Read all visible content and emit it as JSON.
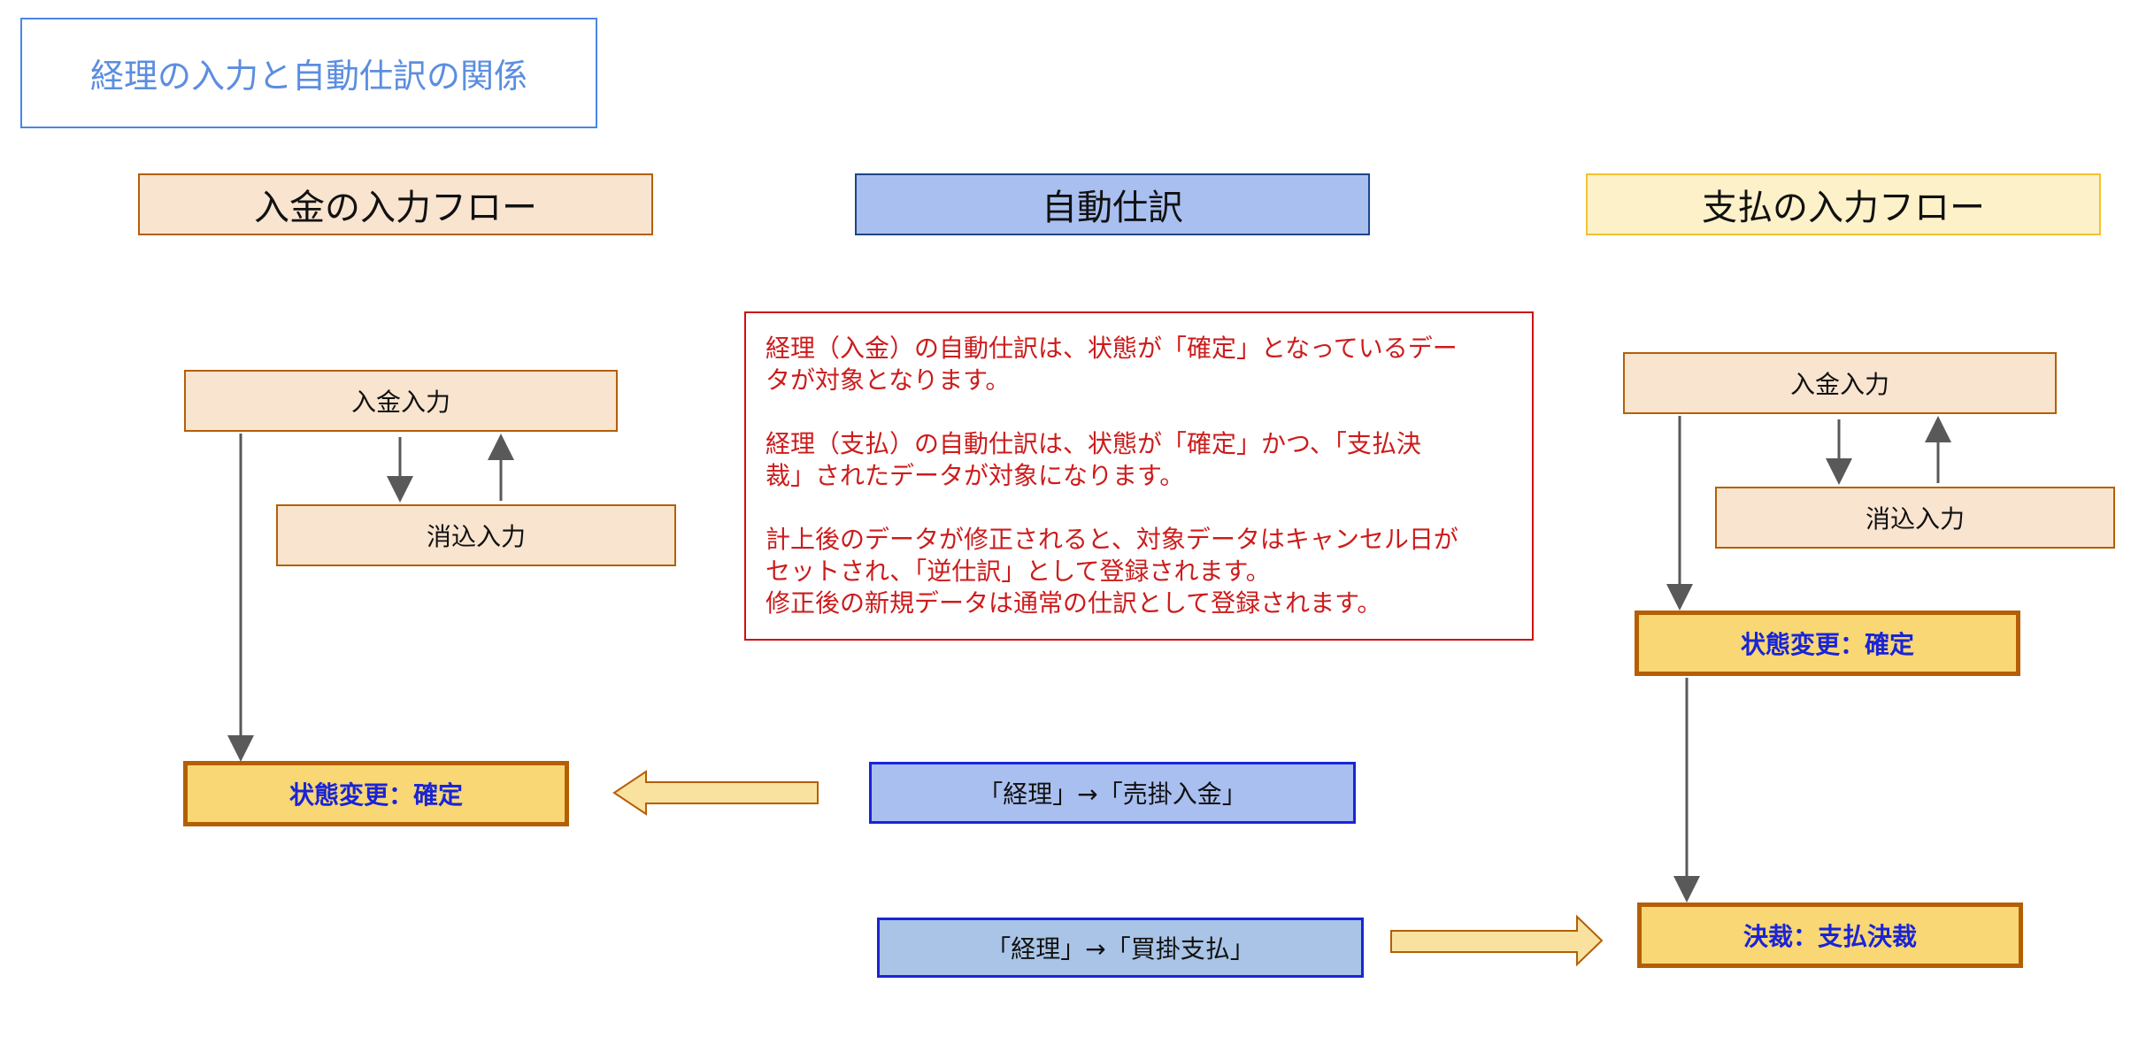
{
  "title": "経理の入力と自動仕訳の関係",
  "headers": {
    "left": "入金の入力フロー",
    "middle": "自動仕訳",
    "right": "支払の入力フロー"
  },
  "left_flow": {
    "deposit_input": "入金入力",
    "reconcile_input": "消込入力",
    "state_confirm": "状態変更：確定"
  },
  "right_flow": {
    "deposit_input": "入金入力",
    "reconcile_input": "消込入力",
    "state_confirm": "状態変更：確定",
    "payment_approval": "決裁：支払決裁"
  },
  "journal": {
    "receivable": "「経理」→「売掛入金」",
    "payable": "「経理」→「買掛支払」"
  },
  "note": {
    "p1": "経理（入金）の自動仕訳は、状態が「確定」となっているデー\nタが対象となります。",
    "p2": "経理（支払）の自動仕訳は、状態が「確定」かつ、「支払決\n裁」されたデータが対象になります。",
    "p3": "計上後のデータが修正されると、対象データはキャンセル日が\nセットされ、「逆仕訳」として登録されます。\n修正後の新規データは通常の仕訳として登録されます。"
  },
  "colors": {
    "title_border": "#4a86e8",
    "note_text": "#cc1c1c",
    "state_text": "#1a24d6",
    "state_fill": "#f8d774",
    "flow_fill": "#f8e4cf",
    "journal_fill": "#a9bff0",
    "arrow_gray": "#595959",
    "block_arrow_fill": "#f9e2a0"
  }
}
